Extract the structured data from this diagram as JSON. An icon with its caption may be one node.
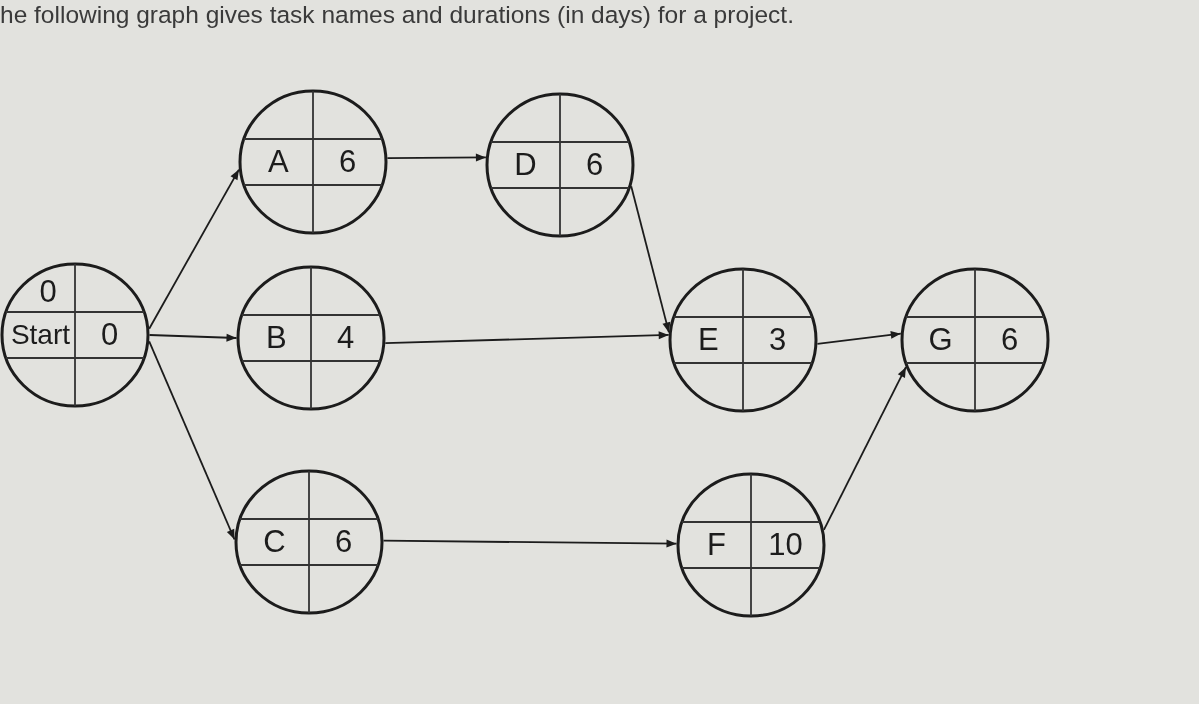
{
  "diagram": {
    "title": "he following graph gives task names and durations (in days) for a project.",
    "nodes": [
      {
        "text": [
          "0",
          "Start",
          "0"
        ]
      },
      {
        "text": [
          "A",
          "6"
        ]
      },
      {
        "text": [
          "B",
          "4"
        ]
      },
      {
        "text": [
          "C",
          "6"
        ]
      },
      {
        "text": [
          "D",
          "6"
        ]
      },
      {
        "text": [
          "E",
          "3"
        ]
      },
      {
        "text": [
          "F",
          "10"
        ]
      },
      {
        "text": [
          "G",
          "6"
        ]
      }
    ],
    "edges": [
      {
        "from": 0,
        "to": 1,
        "arrow": "to"
      },
      {
        "from": 0,
        "to": 2,
        "arrow": "to"
      },
      {
        "from": 0,
        "to": 3,
        "arrow": "to"
      },
      {
        "from": 1,
        "to": 4,
        "arrow": "to"
      },
      {
        "from": 4,
        "to": 5,
        "arrow": "to"
      },
      {
        "from": 2,
        "to": 5,
        "arrow": "to"
      },
      {
        "from": 3,
        "to": 6,
        "arrow": "to"
      },
      {
        "from": 5,
        "to": 7,
        "arrow": "to"
      },
      {
        "from": 6,
        "to": 7,
        "arrow": "to"
      }
    ]
  }
}
